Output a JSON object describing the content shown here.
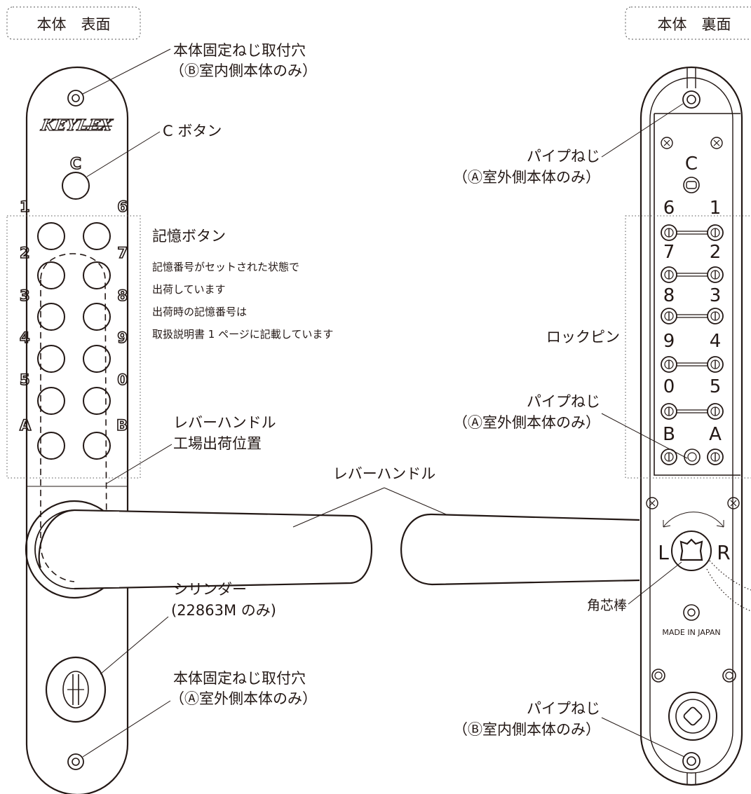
{
  "front": {
    "header": "本体　表面",
    "brand": "KEYLEX",
    "keys_left": [
      "1",
      "2",
      "3",
      "4",
      "5",
      "A"
    ],
    "keys_right": [
      "6",
      "7",
      "8",
      "9",
      "0",
      "B"
    ],
    "c_key": "C"
  },
  "back": {
    "header": "本体　裏面",
    "c_label": "C",
    "pins_left": [
      "6",
      "7",
      "8",
      "9",
      "0",
      "B"
    ],
    "pins_right": [
      "1",
      "2",
      "3",
      "4",
      "5",
      "A"
    ],
    "dir_left": "L",
    "dir_right": "R",
    "made_in": "MADE IN JAPAN"
  },
  "callouts": {
    "fix_hole_top_line1": "本体固定ねじ取付穴",
    "fix_hole_top_line2": "（Ⓑ室内側本体のみ）",
    "c_button": "C ボタン",
    "memory_button": "記憶ボタン",
    "memory_note": [
      "記憶番号がセットされた状態で",
      "出荷しています",
      "出荷時の記憶番号は",
      "取扱説明書 1 ページに記載しています"
    ],
    "lever_factory_line1": "レバーハンドル",
    "lever_factory_line2": "工場出荷位置",
    "lever_handle": "レバーハンドル",
    "cylinder_line1": "シリンダー",
    "cylinder_line2": "(22863M のみ)",
    "fix_hole_bottom_line1": "本体固定ねじ取付穴",
    "fix_hole_bottom_line2": "（Ⓐ室外側本体のみ）",
    "pipe_screw_1_line1": "パイプねじ",
    "pipe_screw_1_line2": "（Ⓐ室外側本体のみ）",
    "lock_pin": "ロックピン",
    "pipe_screw_2_line1": "パイプねじ",
    "pipe_screw_2_line2": "（Ⓐ室外側本体のみ）",
    "spindle": "角芯棒",
    "pipe_screw_3_line1": "パイプねじ",
    "pipe_screw_3_line2": "（Ⓑ室内側本体のみ）"
  }
}
